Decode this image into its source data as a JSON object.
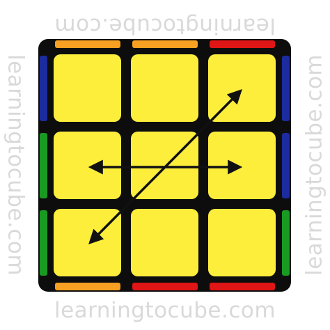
{
  "watermark": {
    "text": "learningtocube.com"
  },
  "colors": {
    "face": "#fdee3c",
    "plastic": "#0d0d0d",
    "orange": "#f7a021",
    "red": "#e01515",
    "blue": "#1c2c9e",
    "green": "#199b22",
    "arrow": "#111111",
    "watermark": "#d9d9d9"
  },
  "face_stickers": [
    "yellow",
    "yellow",
    "yellow",
    "yellow",
    "yellow",
    "yellow",
    "yellow",
    "yellow",
    "yellow"
  ],
  "edge_stickers": {
    "top": [
      "orange",
      "orange",
      "red"
    ],
    "bottom": [
      "orange",
      "red",
      "red"
    ],
    "left": [
      "blue",
      "green",
      "green"
    ],
    "right": [
      "blue",
      "blue",
      "green"
    ]
  },
  "arrows": [
    {
      "name": "horizontal-double-arrow",
      "description": "swap middle-left and middle-right"
    },
    {
      "name": "diagonal-double-arrow",
      "description": "swap bottom-left and top-right"
    }
  ]
}
